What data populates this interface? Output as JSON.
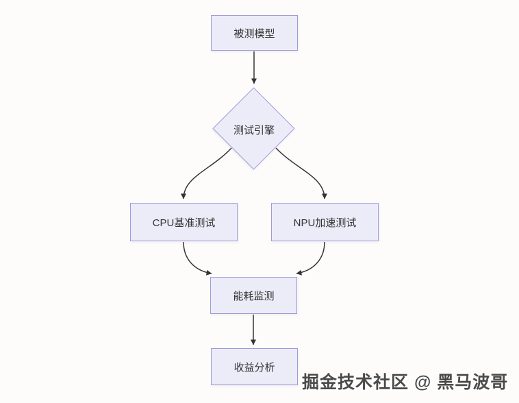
{
  "diagram": {
    "type": "flowchart",
    "nodes": {
      "model": {
        "label": "被测模型",
        "shape": "rect"
      },
      "engine": {
        "label": "测试引擎",
        "shape": "diamond"
      },
      "cpu": {
        "label": "CPU基准测试",
        "shape": "rect"
      },
      "npu": {
        "label": "NPU加速测试",
        "shape": "rect"
      },
      "energy": {
        "label": "能耗监测",
        "shape": "rect"
      },
      "profit": {
        "label": "收益分析",
        "shape": "rect"
      }
    },
    "edges": [
      {
        "from": "model",
        "to": "engine"
      },
      {
        "from": "engine",
        "to": "cpu"
      },
      {
        "from": "engine",
        "to": "npu"
      },
      {
        "from": "cpu",
        "to": "energy"
      },
      {
        "from": "npu",
        "to": "energy"
      },
      {
        "from": "energy",
        "to": "profit"
      }
    ],
    "colors": {
      "node_fill": "#ececf9",
      "node_border": "#9f9bd8",
      "node_text": "#333333",
      "arrow": "#333333",
      "background": "#fdfcfb"
    }
  },
  "watermark": {
    "text": "掘金技术社区 @ 黑马波哥"
  }
}
